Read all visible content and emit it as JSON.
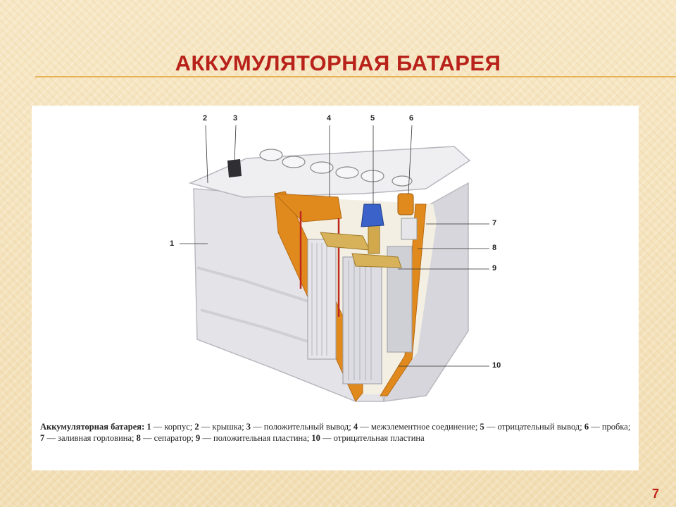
{
  "slide": {
    "title": "АККУМУЛЯТОРНАЯ БАТАРЕЯ",
    "page_number": "7"
  },
  "diagram": {
    "callouts": [
      "1",
      "2",
      "3",
      "4",
      "5",
      "6",
      "7",
      "8",
      "9",
      "10"
    ],
    "caption": {
      "title": "Аккумуляторная батарея:",
      "items": [
        {
          "n": "1",
          "label": "корпус"
        },
        {
          "n": "2",
          "label": "крышка"
        },
        {
          "n": "3",
          "label": "положительный вывод"
        },
        {
          "n": "4",
          "label": "межэлементное соединение"
        },
        {
          "n": "5",
          "label": "отрицательный вывод"
        },
        {
          "n": "6",
          "label": "пробка"
        },
        {
          "n": "7",
          "label": "заливная горловина"
        },
        {
          "n": "8",
          "label": "сепаратор"
        },
        {
          "n": "9",
          "label": "положительная пластина"
        },
        {
          "n": "10",
          "label": "отрицательная пластина"
        }
      ]
    },
    "colors": {
      "casing": "#e2e2e6",
      "casing_shadow": "#c9c9cf",
      "orange_edge": "#e08a1e",
      "blue_terminal": "#3a62c8",
      "plate_gold": "#d8b25a",
      "red_separator": "#c0281e"
    }
  }
}
